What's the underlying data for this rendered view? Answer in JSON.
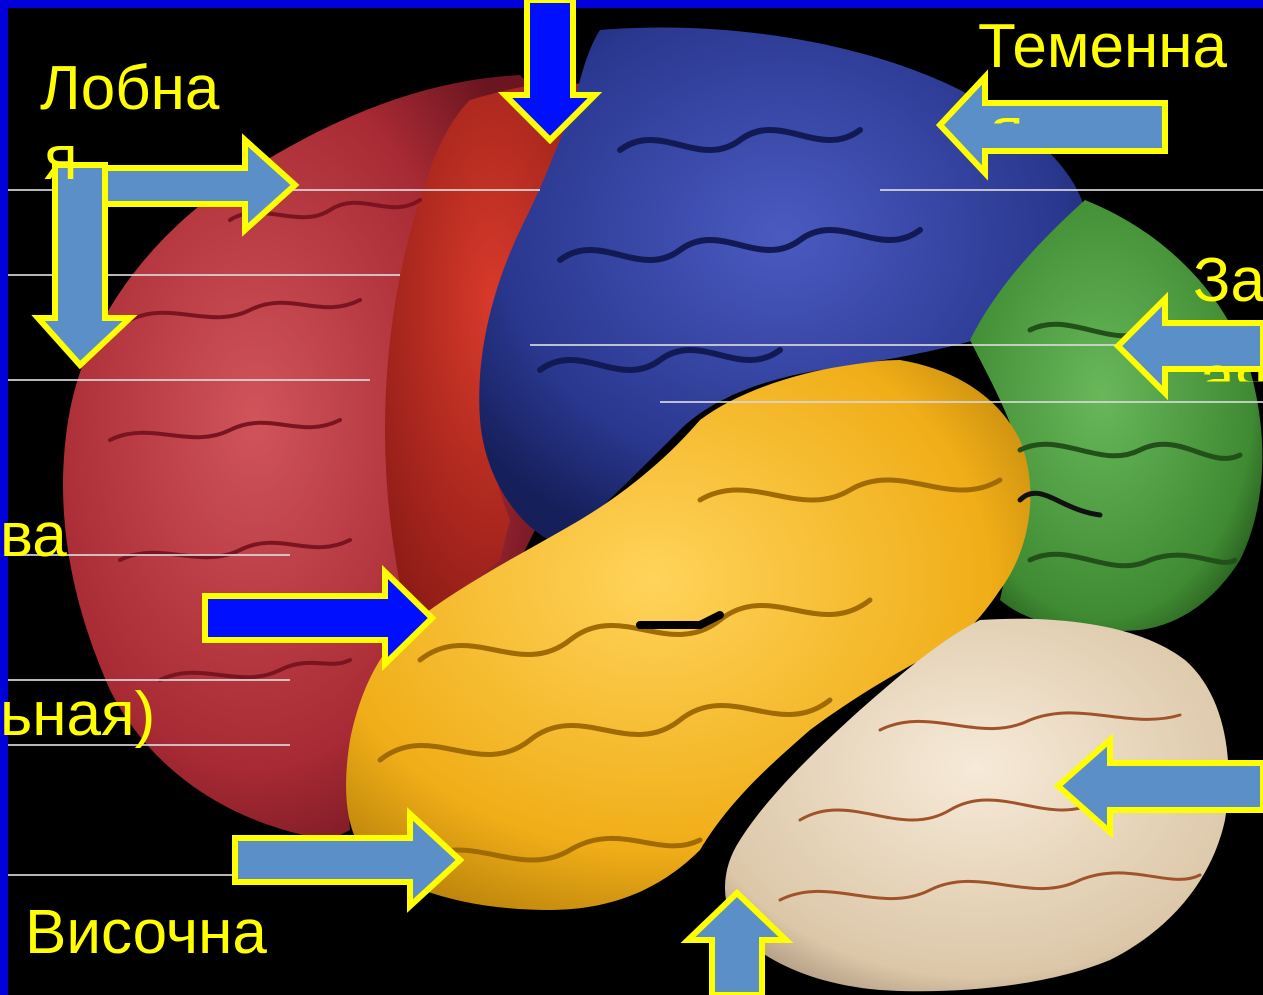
{
  "labels": {
    "frontal_1": "Лобна",
    "frontal_2": "я",
    "parietal_1": "Теменна",
    "parietal_2": "я",
    "occipital_1": "За",
    "occipital_2": "ая",
    "insula_fragment": "ва",
    "paren_fragment": "ьная)",
    "temporal": "Височна"
  },
  "colors": {
    "background_frame": "#0000d8",
    "photo_background": "#000000",
    "label_text": "#ffff00",
    "arrow_fill": "#5a8fc8",
    "arrow_fill_blue": "#0010ff",
    "arrow_stroke": "#ffff00",
    "frontal_lobe": "#b3303a",
    "motor_strip": "#c02a22",
    "parietal_lobe": "#2d3a9a",
    "occipital_lobe": "#4a9a3c",
    "temporal_lobe": "#f2b420",
    "cerebellum": "#e8d7c0"
  },
  "icons": {
    "arrows": [
      "arrow-down-icon",
      "arrow-right-icon",
      "arrow-left-icon",
      "arrow-up-icon"
    ]
  }
}
